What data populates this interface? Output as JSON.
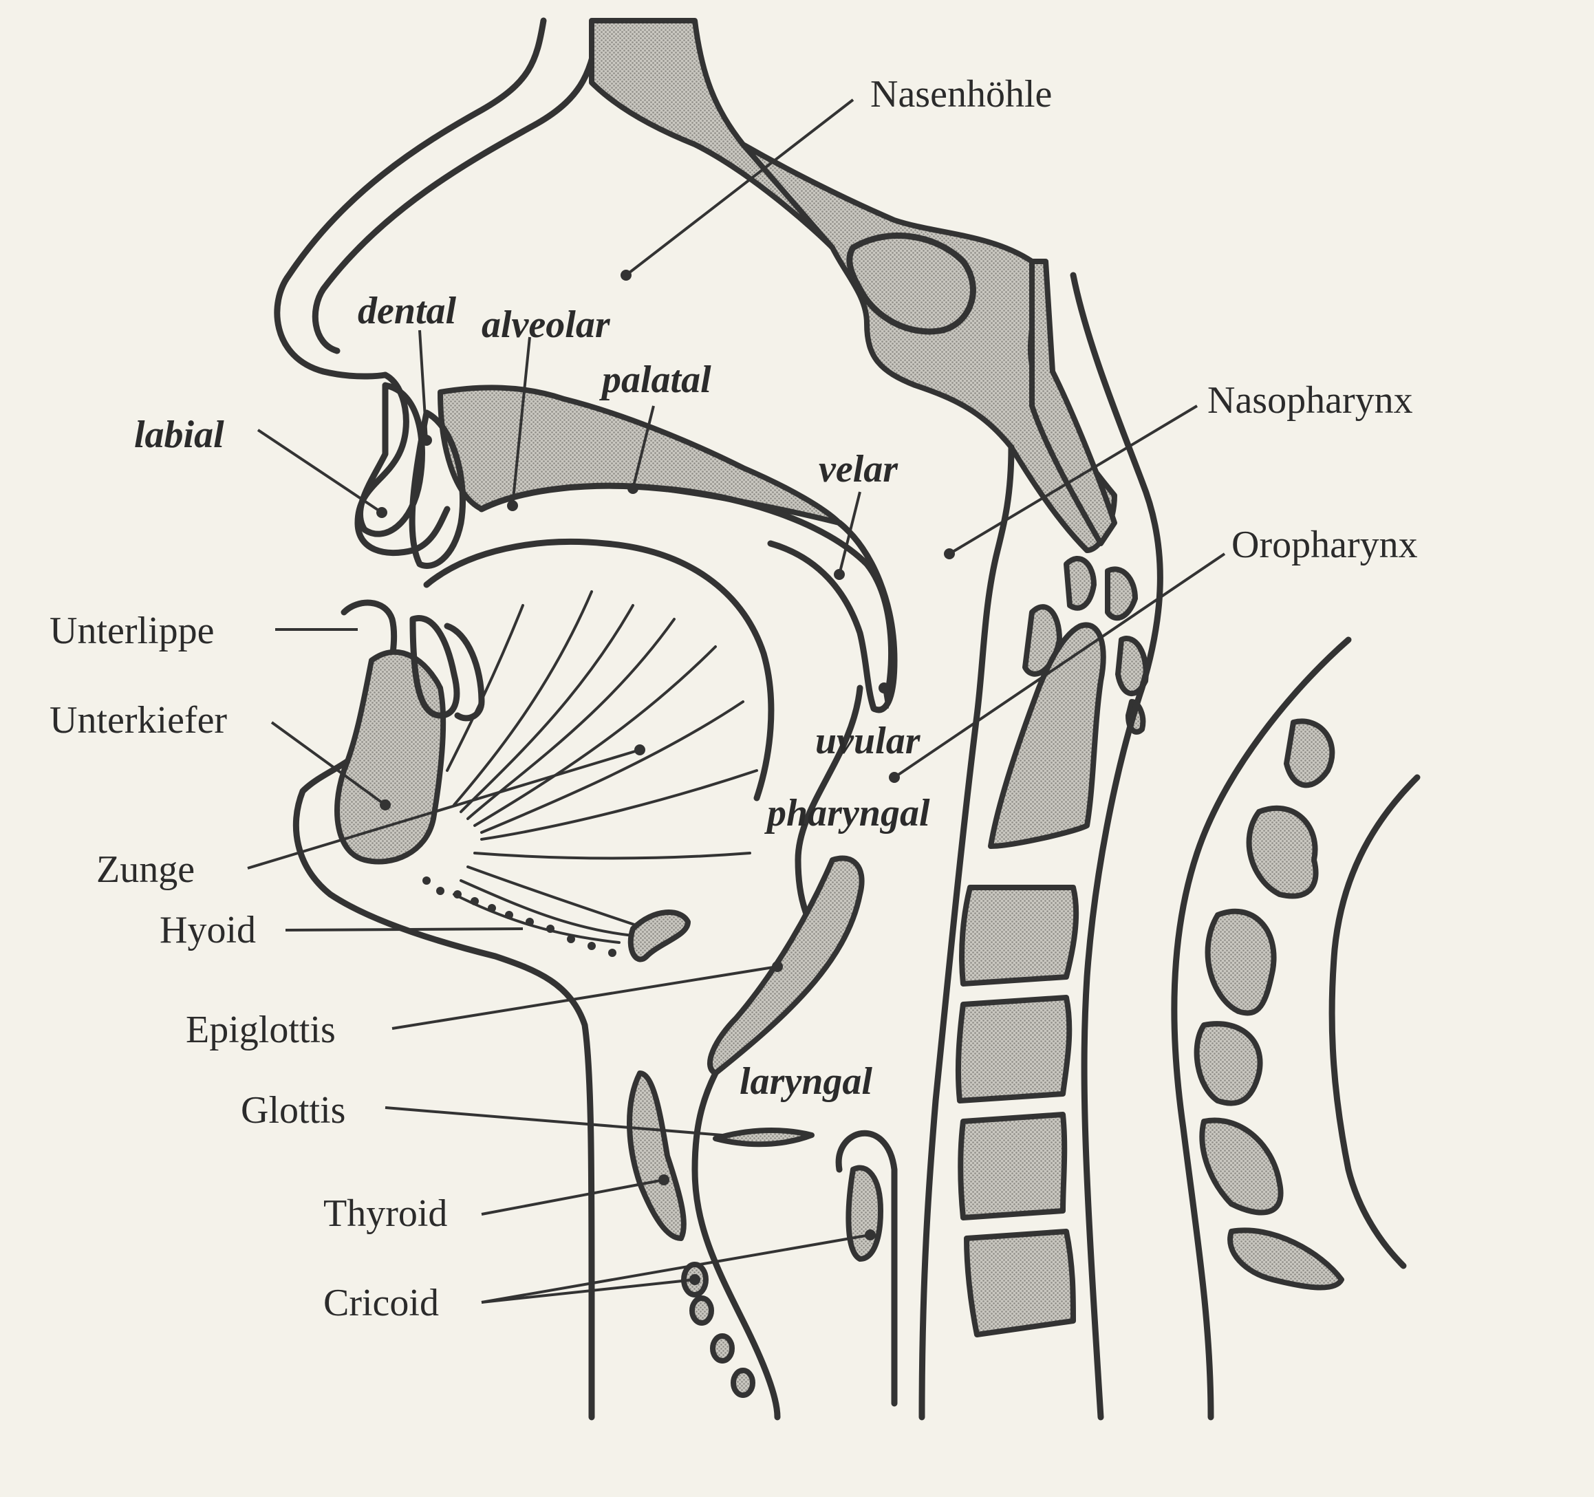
{
  "labels": {
    "nasenhoehle": "Nasenhöhle",
    "nasopharynx": "Nasopharynx",
    "oropharynx": "Oropharynx",
    "unterlippe": "Unterlippe",
    "unterkiefer": "Unterkiefer",
    "zunge": "Zunge",
    "hyoid": "Hyoid",
    "epiglottis": "Epiglottis",
    "glottis": "Glottis",
    "thyroid": "Thyroid",
    "cricoid": "Cricoid"
  },
  "places": {
    "labial": "labial",
    "dental": "dental",
    "alveolar": "alveolar",
    "palatal": "palatal",
    "velar": "velar",
    "uvular": "uvular",
    "pharyngal": "pharyngal",
    "laryngal": "laryngal"
  }
}
